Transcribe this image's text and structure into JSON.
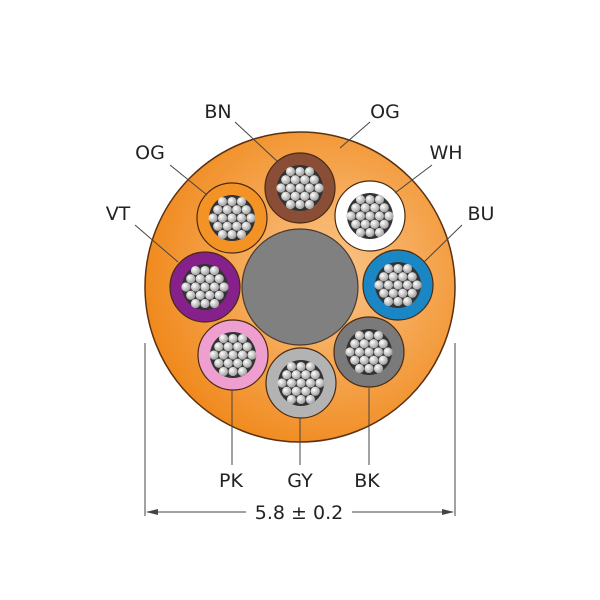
{
  "conductors": [
    {
      "label": "BN",
      "color": "#8a4e36"
    },
    {
      "label": "WH",
      "color": "#ffffff"
    },
    {
      "label": "BU",
      "color": "#1a86c4"
    },
    {
      "label": "BK",
      "color": "#7a7a7a"
    },
    {
      "label": "GY",
      "color": "#b3b3b3"
    },
    {
      "label": "PK",
      "color": "#ee9fcf"
    },
    {
      "label": "VT",
      "color": "#86208a"
    },
    {
      "label": "OG",
      "color": "#f39325"
    }
  ],
  "sheath": {
    "label": "OG",
    "color": "#f5a04a"
  },
  "core_color": "#808080",
  "dimension": "5.8 ± 0.2"
}
